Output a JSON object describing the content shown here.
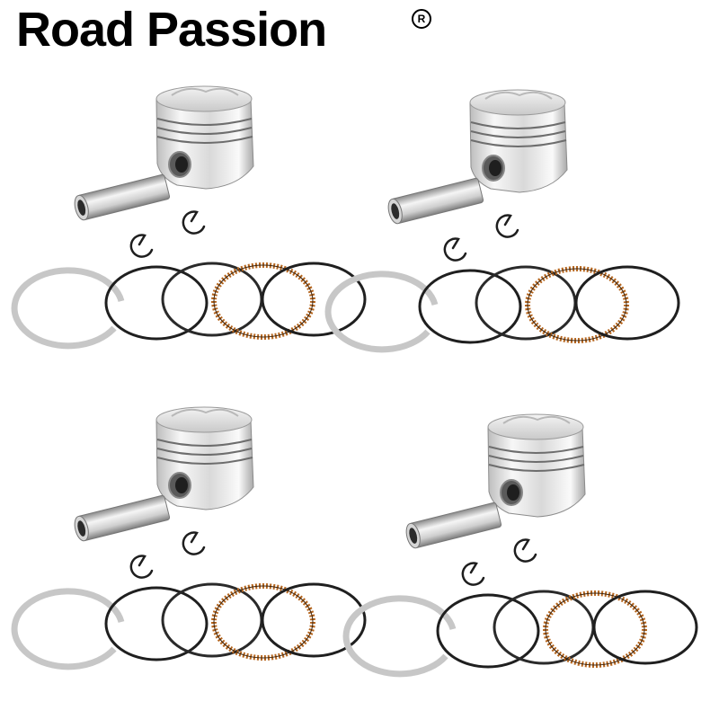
{
  "brand": {
    "name": "Road Passion",
    "trademark": "R"
  },
  "kits": [
    {
      "id": "kit-top-left",
      "items": [
        "piston",
        "piston-pin",
        "circlip",
        "circlip",
        "oil-ring-rail",
        "compression-ring",
        "compression-ring",
        "oil-ring-expander",
        "compression-ring"
      ]
    },
    {
      "id": "kit-top-right",
      "items": [
        "piston",
        "piston-pin",
        "circlip",
        "circlip",
        "oil-ring-rail",
        "compression-ring",
        "compression-ring",
        "oil-ring-expander",
        "compression-ring"
      ]
    },
    {
      "id": "kit-bottom-left",
      "items": [
        "piston",
        "piston-pin",
        "circlip",
        "circlip",
        "oil-ring-rail",
        "compression-ring",
        "compression-ring",
        "oil-ring-expander",
        "compression-ring"
      ]
    },
    {
      "id": "kit-bottom-right",
      "items": [
        "piston",
        "piston-pin",
        "circlip",
        "circlip",
        "oil-ring-rail",
        "compression-ring",
        "compression-ring",
        "oil-ring-expander",
        "compression-ring"
      ]
    }
  ],
  "colors": {
    "background": "#ffffff",
    "brand_text": "#000000",
    "metal_light": "#e6e6e6",
    "metal_dark": "#9a9a9a",
    "ring_dark": "#222222",
    "expander": "#b5651d"
  }
}
